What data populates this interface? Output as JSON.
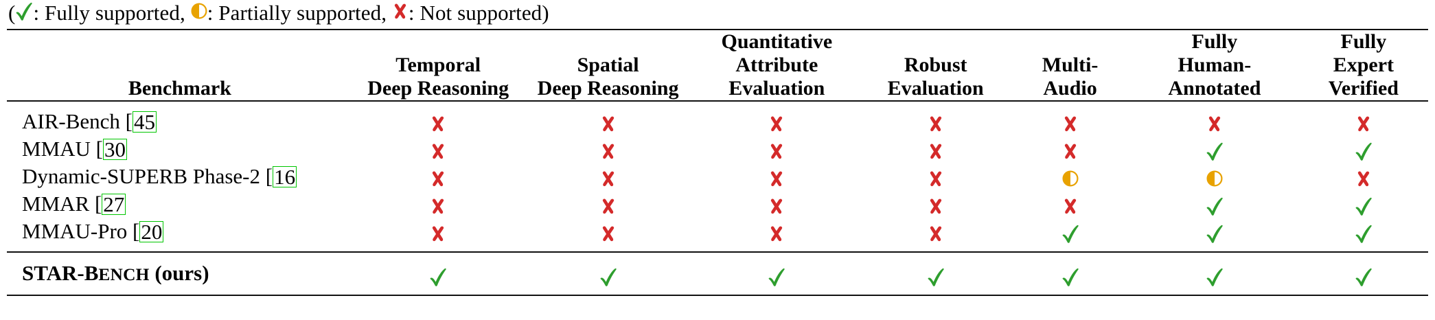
{
  "caption": {
    "open_paren": "(",
    "fully_label": ": Fully supported, ",
    "partial_label": ": Partially supported, ",
    "not_label": ": Not supported)",
    "check_icon": "check-mark-icon",
    "half_icon": "half-circle-icon",
    "cross_icon": "cross-mark-icon"
  },
  "colors": {
    "check_green": "#2e9e2e",
    "half_orange": "#e8a200",
    "cross_red": "#d42a2a",
    "cite_box_green": "#00c600",
    "rule_black": "#111111"
  },
  "table": {
    "columns": [
      {
        "key": "benchmark",
        "lines": [
          "Benchmark"
        ]
      },
      {
        "key": "temporal_deep_reasoning",
        "lines": [
          "Temporal",
          "Deep Reasoning"
        ]
      },
      {
        "key": "spatial_deep_reasoning",
        "lines": [
          "Spatial",
          "Deep Reasoning"
        ]
      },
      {
        "key": "quantitative_attribute_evaluation",
        "lines": [
          "Quantitative",
          "Attribute",
          "Evaluation"
        ]
      },
      {
        "key": "robust_evaluation",
        "lines": [
          "Robust",
          "Evaluation"
        ]
      },
      {
        "key": "multi_audio",
        "lines": [
          "Multi-",
          "Audio"
        ]
      },
      {
        "key": "fully_human_annotated",
        "lines": [
          "Fully",
          "Human-",
          "Annotated"
        ]
      },
      {
        "key": "fully_expert_verified",
        "lines": [
          "Fully",
          "Expert",
          "Verified"
        ]
      }
    ],
    "rows": [
      {
        "name": "AIR-Bench",
        "citation": "45",
        "ours": false,
        "values": [
          "cross",
          "cross",
          "cross",
          "cross",
          "cross",
          "cross",
          "cross"
        ]
      },
      {
        "name": "MMAU",
        "citation": "30",
        "ours": false,
        "values": [
          "cross",
          "cross",
          "cross",
          "cross",
          "cross",
          "check",
          "check"
        ]
      },
      {
        "name": "Dynamic-SUPERB Phase-2",
        "citation": "16",
        "ours": false,
        "values": [
          "cross",
          "cross",
          "cross",
          "cross",
          "half",
          "half",
          "cross"
        ]
      },
      {
        "name": "MMAR",
        "citation": "27",
        "ours": false,
        "values": [
          "cross",
          "cross",
          "cross",
          "cross",
          "cross",
          "check",
          "check"
        ]
      },
      {
        "name": "MMAU-Pro",
        "citation": "20",
        "ours": false,
        "values": [
          "cross",
          "cross",
          "cross",
          "cross",
          "check",
          "check",
          "check"
        ]
      },
      {
        "name": "STAR-Bench (ours)",
        "name_prefix": "STAR-B",
        "name_smallcaps": "ENCH",
        "name_suffix": " (ours)",
        "citation": "",
        "ours": true,
        "values": [
          "check",
          "check",
          "check",
          "check",
          "check",
          "check",
          "check"
        ]
      }
    ]
  }
}
